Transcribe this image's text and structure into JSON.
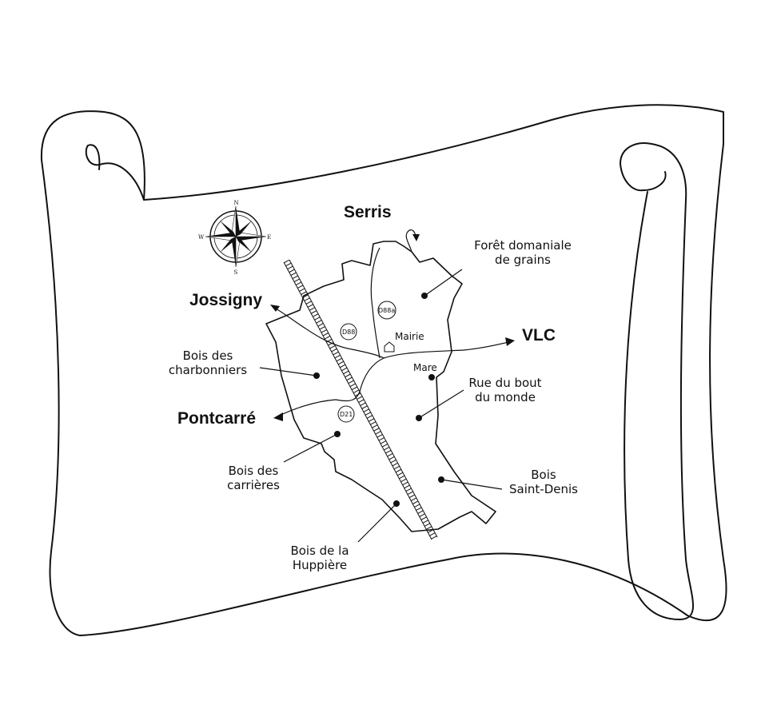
{
  "towns": {
    "serris": "Serris",
    "jossigny": "Jossigny",
    "vlc": "VLC",
    "pontcarre": "Pontcarré"
  },
  "places": {
    "foret_l1": "Forêt domaniale",
    "foret_l2": "de grains",
    "charbonniers_l1": "Bois des",
    "charbonniers_l2": "charbonniers",
    "rue_l1": "Rue du bout",
    "rue_l2": "du monde",
    "carrieres_l1": "Bois des",
    "carrieres_l2": "carrières",
    "stdenis_l1": "Bois",
    "stdenis_l2": "Saint-Denis",
    "huppiere_l1": "Bois de la",
    "huppiere_l2": "Huppière",
    "mairie": "Mairie",
    "mare": "Mare"
  },
  "roads": {
    "d88": "D88",
    "d88a": "D88a",
    "d21": "D21"
  },
  "compass": {
    "n": "N",
    "s": "S",
    "e": "E",
    "w": "W"
  },
  "icons": [
    "compass-rose-icon",
    "house-icon",
    "railway-icon"
  ]
}
